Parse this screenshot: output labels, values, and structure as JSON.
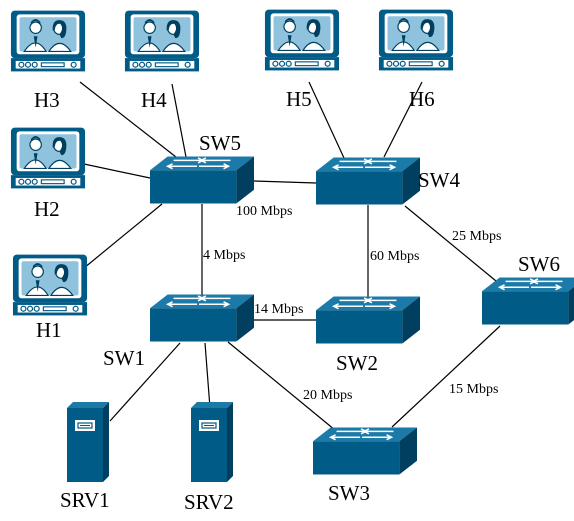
{
  "colors": {
    "device_blue": "#005b86",
    "device_blue_light": "#1b7aa8",
    "device_blue_dark": "#003f5f",
    "line": "#000000"
  },
  "hosts": [
    {
      "id": "H1",
      "label": "H1",
      "icon": "tv-monitor-icon"
    },
    {
      "id": "H2",
      "label": "H2",
      "icon": "tv-monitor-icon"
    },
    {
      "id": "H3",
      "label": "H3",
      "icon": "tv-monitor-icon"
    },
    {
      "id": "H4",
      "label": "H4",
      "icon": "tv-monitor-icon"
    },
    {
      "id": "H5",
      "label": "H5",
      "icon": "tv-monitor-icon"
    },
    {
      "id": "H6",
      "label": "H6",
      "icon": "tv-monitor-icon"
    }
  ],
  "switches": [
    {
      "id": "SW1",
      "label": "SW1",
      "icon": "switch-icon"
    },
    {
      "id": "SW2",
      "label": "SW2",
      "icon": "switch-icon"
    },
    {
      "id": "SW3",
      "label": "SW3",
      "icon": "switch-icon"
    },
    {
      "id": "SW4",
      "label": "SW4",
      "icon": "switch-icon"
    },
    {
      "id": "SW5",
      "label": "SW5",
      "icon": "switch-icon"
    },
    {
      "id": "SW6",
      "label": "SW6",
      "icon": "switch-icon"
    }
  ],
  "servers": [
    {
      "id": "SRV1",
      "label": "SRV1",
      "icon": "server-tower-icon"
    },
    {
      "id": "SRV2",
      "label": "SRV2",
      "icon": "server-tower-icon"
    }
  ],
  "links": [
    {
      "from": "SW5",
      "to": "SW4",
      "label": "100 Mbps"
    },
    {
      "from": "SW5",
      "to": "SW1",
      "label": "4 Mbps"
    },
    {
      "from": "SW4",
      "to": "SW2",
      "label": "60 Mbps"
    },
    {
      "from": "SW4",
      "to": "SW6",
      "label": "25 Mbps"
    },
    {
      "from": "SW1",
      "to": "SW2",
      "label": "14 Mbps"
    },
    {
      "from": "SW1",
      "to": "SW3",
      "label": "20 Mbps"
    },
    {
      "from": "SW6",
      "to": "SW3",
      "label": "15 Mbps"
    },
    {
      "from": "H1",
      "to": "SW5",
      "label": ""
    },
    {
      "from": "H2",
      "to": "SW5",
      "label": ""
    },
    {
      "from": "H3",
      "to": "SW5",
      "label": ""
    },
    {
      "from": "H4",
      "to": "SW5",
      "label": ""
    },
    {
      "from": "H5",
      "to": "SW4",
      "label": ""
    },
    {
      "from": "H6",
      "to": "SW4",
      "label": ""
    },
    {
      "from": "SW1",
      "to": "SRV1",
      "label": ""
    },
    {
      "from": "SW1",
      "to": "SRV2",
      "label": ""
    }
  ]
}
